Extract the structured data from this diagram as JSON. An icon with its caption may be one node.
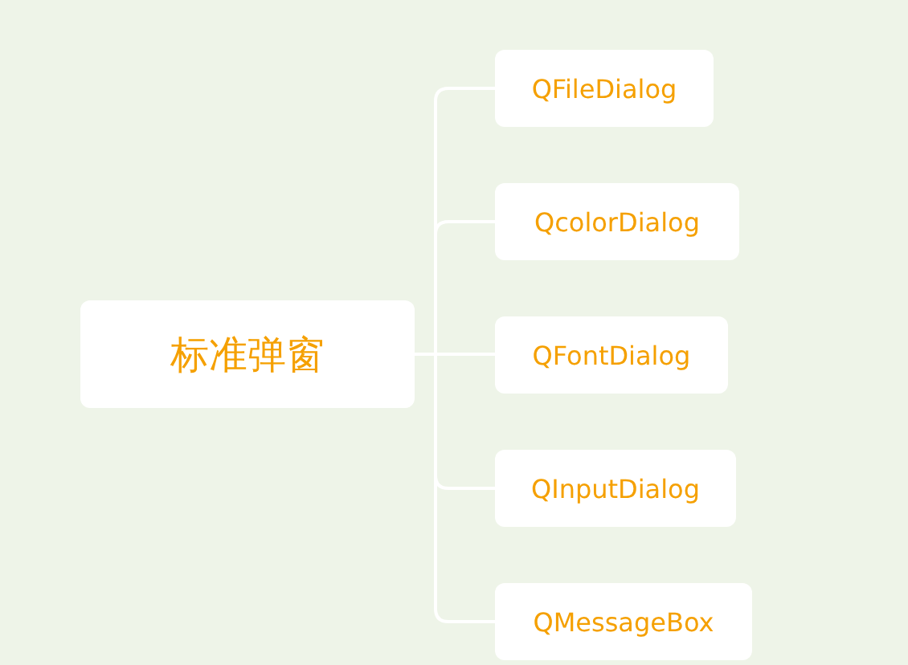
{
  "diagram": {
    "nodes": [
      {
        "text": [
          "标准弹窗"
        ]
      },
      {
        "text": [
          "QFileDialog"
        ]
      },
      {
        "text": [
          "QcolorDialog"
        ]
      },
      {
        "text": [
          "QFontDialog"
        ]
      },
      {
        "text": [
          "QInputDialog"
        ]
      },
      {
        "text": [
          "QMessageBox"
        ]
      }
    ],
    "edges": [
      {
        "from": 0,
        "to": 1,
        "arrow": "none"
      },
      {
        "from": 0,
        "to": 2,
        "arrow": "none"
      },
      {
        "from": 0,
        "to": 3,
        "arrow": "none"
      },
      {
        "from": 0,
        "to": 4,
        "arrow": "none"
      },
      {
        "from": 0,
        "to": 5,
        "arrow": "none"
      }
    ]
  }
}
